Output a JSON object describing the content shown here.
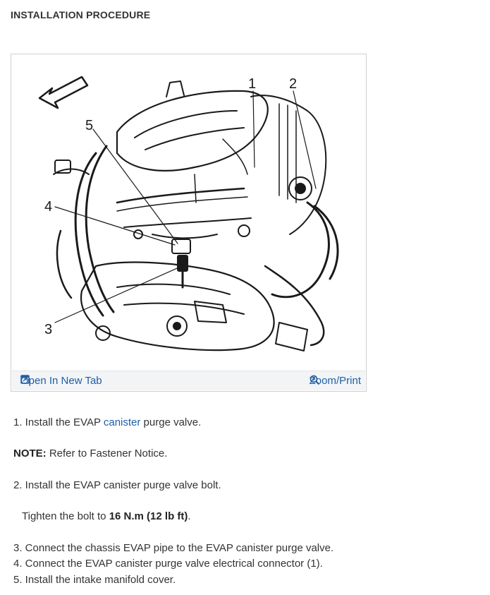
{
  "page": {
    "title": "INSTALLATION PROCEDURE"
  },
  "figure": {
    "callouts": {
      "c1": "1",
      "c2": "2",
      "c3": "3",
      "c4": "4",
      "c5": "5"
    },
    "open_tab_label": "Open In New Tab",
    "zoom_label": "Zoom/Print"
  },
  "steps": {
    "s1_prefix": "1. Install the EVAP ",
    "s1_link": "canister",
    "s1_suffix": " purge valve.",
    "note_label": "NOTE:",
    "note_text": " Refer to Fastener Notice.",
    "s2": "2. Install the EVAP canister purge valve bolt.",
    "tighten_prefix": "Tighten the bolt to ",
    "tighten_value": "16 N.m (12 lb ft)",
    "tighten_suffix": ".",
    "s3": "3. Connect the chassis EVAP pipe to the EVAP canister purge valve.",
    "s4": "4. Connect the EVAP canister purge valve electrical connector (1).",
    "s5": "5. Install the intake manifold cover."
  },
  "colors": {
    "link": "#1f5fa6",
    "toolbar_bg": "#f2f4f6",
    "text": "#333333"
  }
}
